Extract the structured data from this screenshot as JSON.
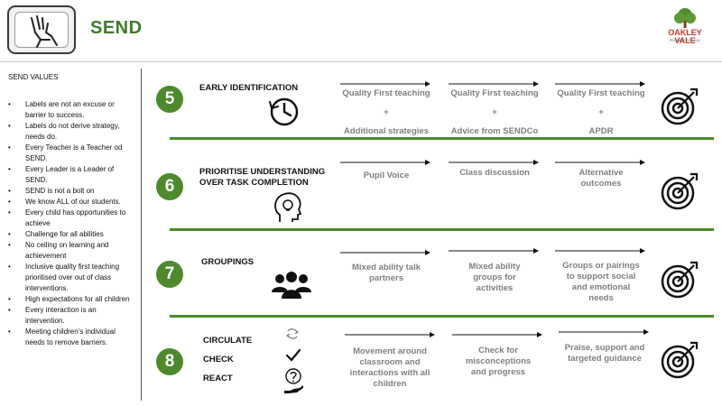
{
  "header": {
    "title": "SEND",
    "logo_text": "OAKLEY VALE",
    "logo_subtext": "PRIMARY SCHOOL",
    "icon": "hand-holding-icon"
  },
  "sidebar": {
    "title": "SEND VALUES",
    "items": [
      "Labels are not an excuse or barrier to success.",
      "Labels do not derive strategy, needs do.",
      "Every Teacher is a Teacher od SEND.",
      "Every Leader is a Leader of SEND.",
      "SEND is not a bolt on",
      "We know ALL of our students.",
      "Every child has opportunities to achieve",
      "Challenge for all abilities",
      "No ceiling on learning and achievement",
      "Inclusive quality first teaching prioritised over out of class interventions.",
      "High expectations for all children",
      "Every interaction is an intervention.",
      "Meeting children’s individual needs to remove barriers."
    ]
  },
  "rows": [
    {
      "number": "5",
      "title": "EARLY IDENTIFICATION",
      "icon": "clock-history-icon",
      "columns": [
        {
          "line1": "Quality First teaching",
          "plus": "+",
          "line2": "Additional strategies"
        },
        {
          "line1": "Quality First teaching",
          "plus": "+",
          "line2": "Advice from SENDCo"
        },
        {
          "line1": "Quality First teaching",
          "plus": "+",
          "line2": "APDR"
        }
      ]
    },
    {
      "number": "6",
      "title_line1": "PRIORITISE UNDERSTANDING",
      "title_line2": "OVER TASK COMPLETION",
      "icon": "head-lightbulb-icon",
      "columns": [
        "Pupil Voice",
        "Class discussion",
        "Alternative outcomes"
      ]
    },
    {
      "number": "7",
      "title": "GROUPINGS",
      "icon": "group-people-icon",
      "columns": [
        "Mixed ability talk partners",
        "Mixed ability groups for activities",
        "Groups or pairings to support social and emotional needs"
      ]
    },
    {
      "number": "8",
      "labels": [
        "CIRCULATE",
        "CHECK",
        "REACT"
      ],
      "icons": [
        "refresh-arrows-icon",
        "checkmark-icon",
        "question-hand-icon"
      ],
      "columns": [
        "Movement around classroom and interactions with all children",
        "Check for misconceptions and progress",
        "Praise, support and targeted guidance"
      ]
    }
  ],
  "colors": {
    "accent_green": "#4c8a2b",
    "title_green": "#3f7b2a",
    "muted_text": "#7f7f7f"
  }
}
